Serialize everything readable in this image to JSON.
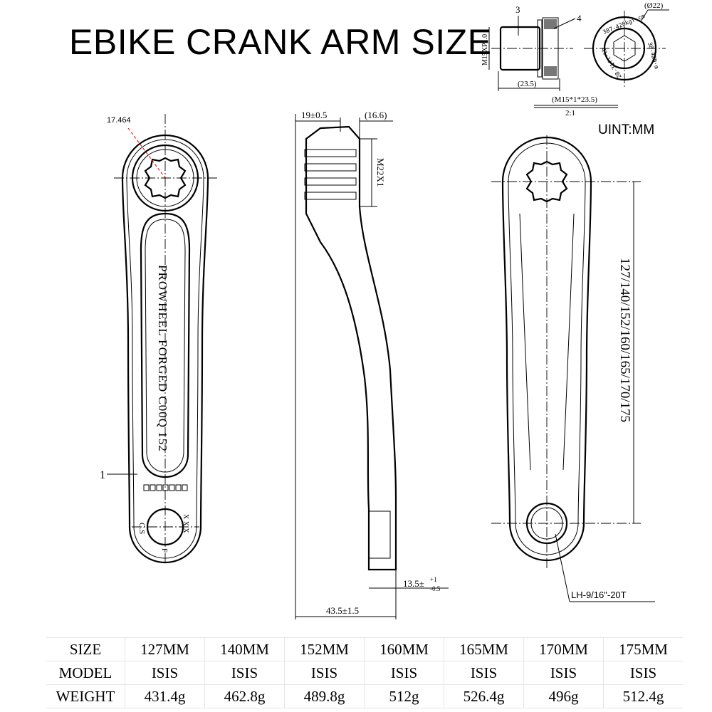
{
  "title": "EBIKE CRANK ARM SIZE",
  "unit_label": "UINT:MM",
  "bolt_detail": {
    "part_3": "3",
    "part_4": "4",
    "thread": "M15XP1.0",
    "length": "(23.5)",
    "spec": "(M15*1*23.5)",
    "scale": "2:1",
    "diameter": "(Ø22)",
    "torque_kgf": "387-428kgf·cm",
    "torque_nm": "38-42N·m",
    "torque_ftlb": "28-31ft·lb"
  },
  "front_view": {
    "spindle_dim": "17.464",
    "arm_text": "PROWHEEL FORGED C00Q 152",
    "part_1": "1",
    "mark_cs": "C.S",
    "mark_xxx": "X X X",
    "mark_f": "F"
  },
  "side_view": {
    "dim_top_left": "19±0.5",
    "dim_top_right": "(16.6)",
    "thread": "M22X1",
    "pedal_offset": "13.5±",
    "pedal_tol_upper": "+1",
    "pedal_tol_lower": "-0.5",
    "total_width": "43.5±1.5"
  },
  "back_view": {
    "lengths": "127/140/152/160/165/170/175",
    "pedal_thread": "LH-9/16\"-20T"
  },
  "table": {
    "rows": [
      [
        "SIZE",
        "127MM",
        "140MM",
        "152MM",
        "160MM",
        "165MM",
        "170MM",
        "175MM"
      ],
      [
        "MODEL",
        "ISIS",
        "ISIS",
        "ISIS",
        "ISIS",
        "ISIS",
        "ISIS",
        "ISIS"
      ],
      [
        "WEIGHT",
        "431.4g",
        "462.8g",
        "489.8g",
        "512g",
        "526.4g",
        "496g",
        "512.4g"
      ]
    ]
  }
}
